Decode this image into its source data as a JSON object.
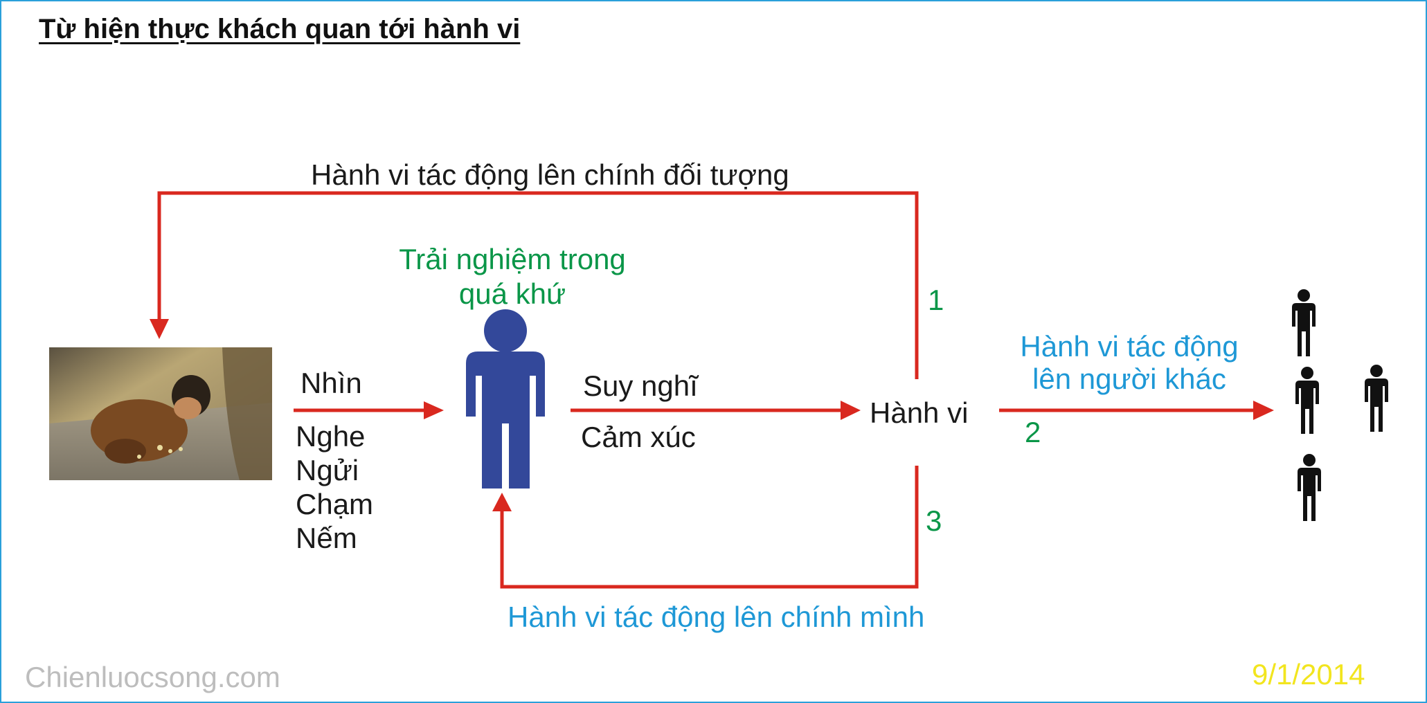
{
  "title": "Từ hiện thực khách quan tới hành vi",
  "loop_top_label": "Hành vi tác động lên chính đối tượng",
  "past_experience": {
    "line1": "Trải nghiệm trong",
    "line2": "quá khứ"
  },
  "senses": {
    "see": "Nhìn",
    "hear": "Nghe",
    "smell": "Ngửi",
    "touch": "Chạm",
    "taste": "Nếm"
  },
  "mind": {
    "think": "Suy nghĩ",
    "feel": "Cảm xúc"
  },
  "behavior_label": "Hành vi",
  "others_label": {
    "line1": "Hành vi tác động",
    "line2": "lên người khác"
  },
  "self_label": "Hành vi tác động lên chính mình",
  "numbers": {
    "n1": "1",
    "n2": "2",
    "n3": "3"
  },
  "watermark": "Chienluocsong.com",
  "date": "9/1/2014",
  "colors": {
    "arrow": "#d9281f",
    "person_blue": "#33489a",
    "label_blue": "#1e98d6",
    "label_green": "#0a9648",
    "border": "#2aa0da",
    "date": "#f2e51f"
  },
  "icons": [
    "photo-child-eating",
    "person-figure-icon",
    "small-person-icon"
  ]
}
